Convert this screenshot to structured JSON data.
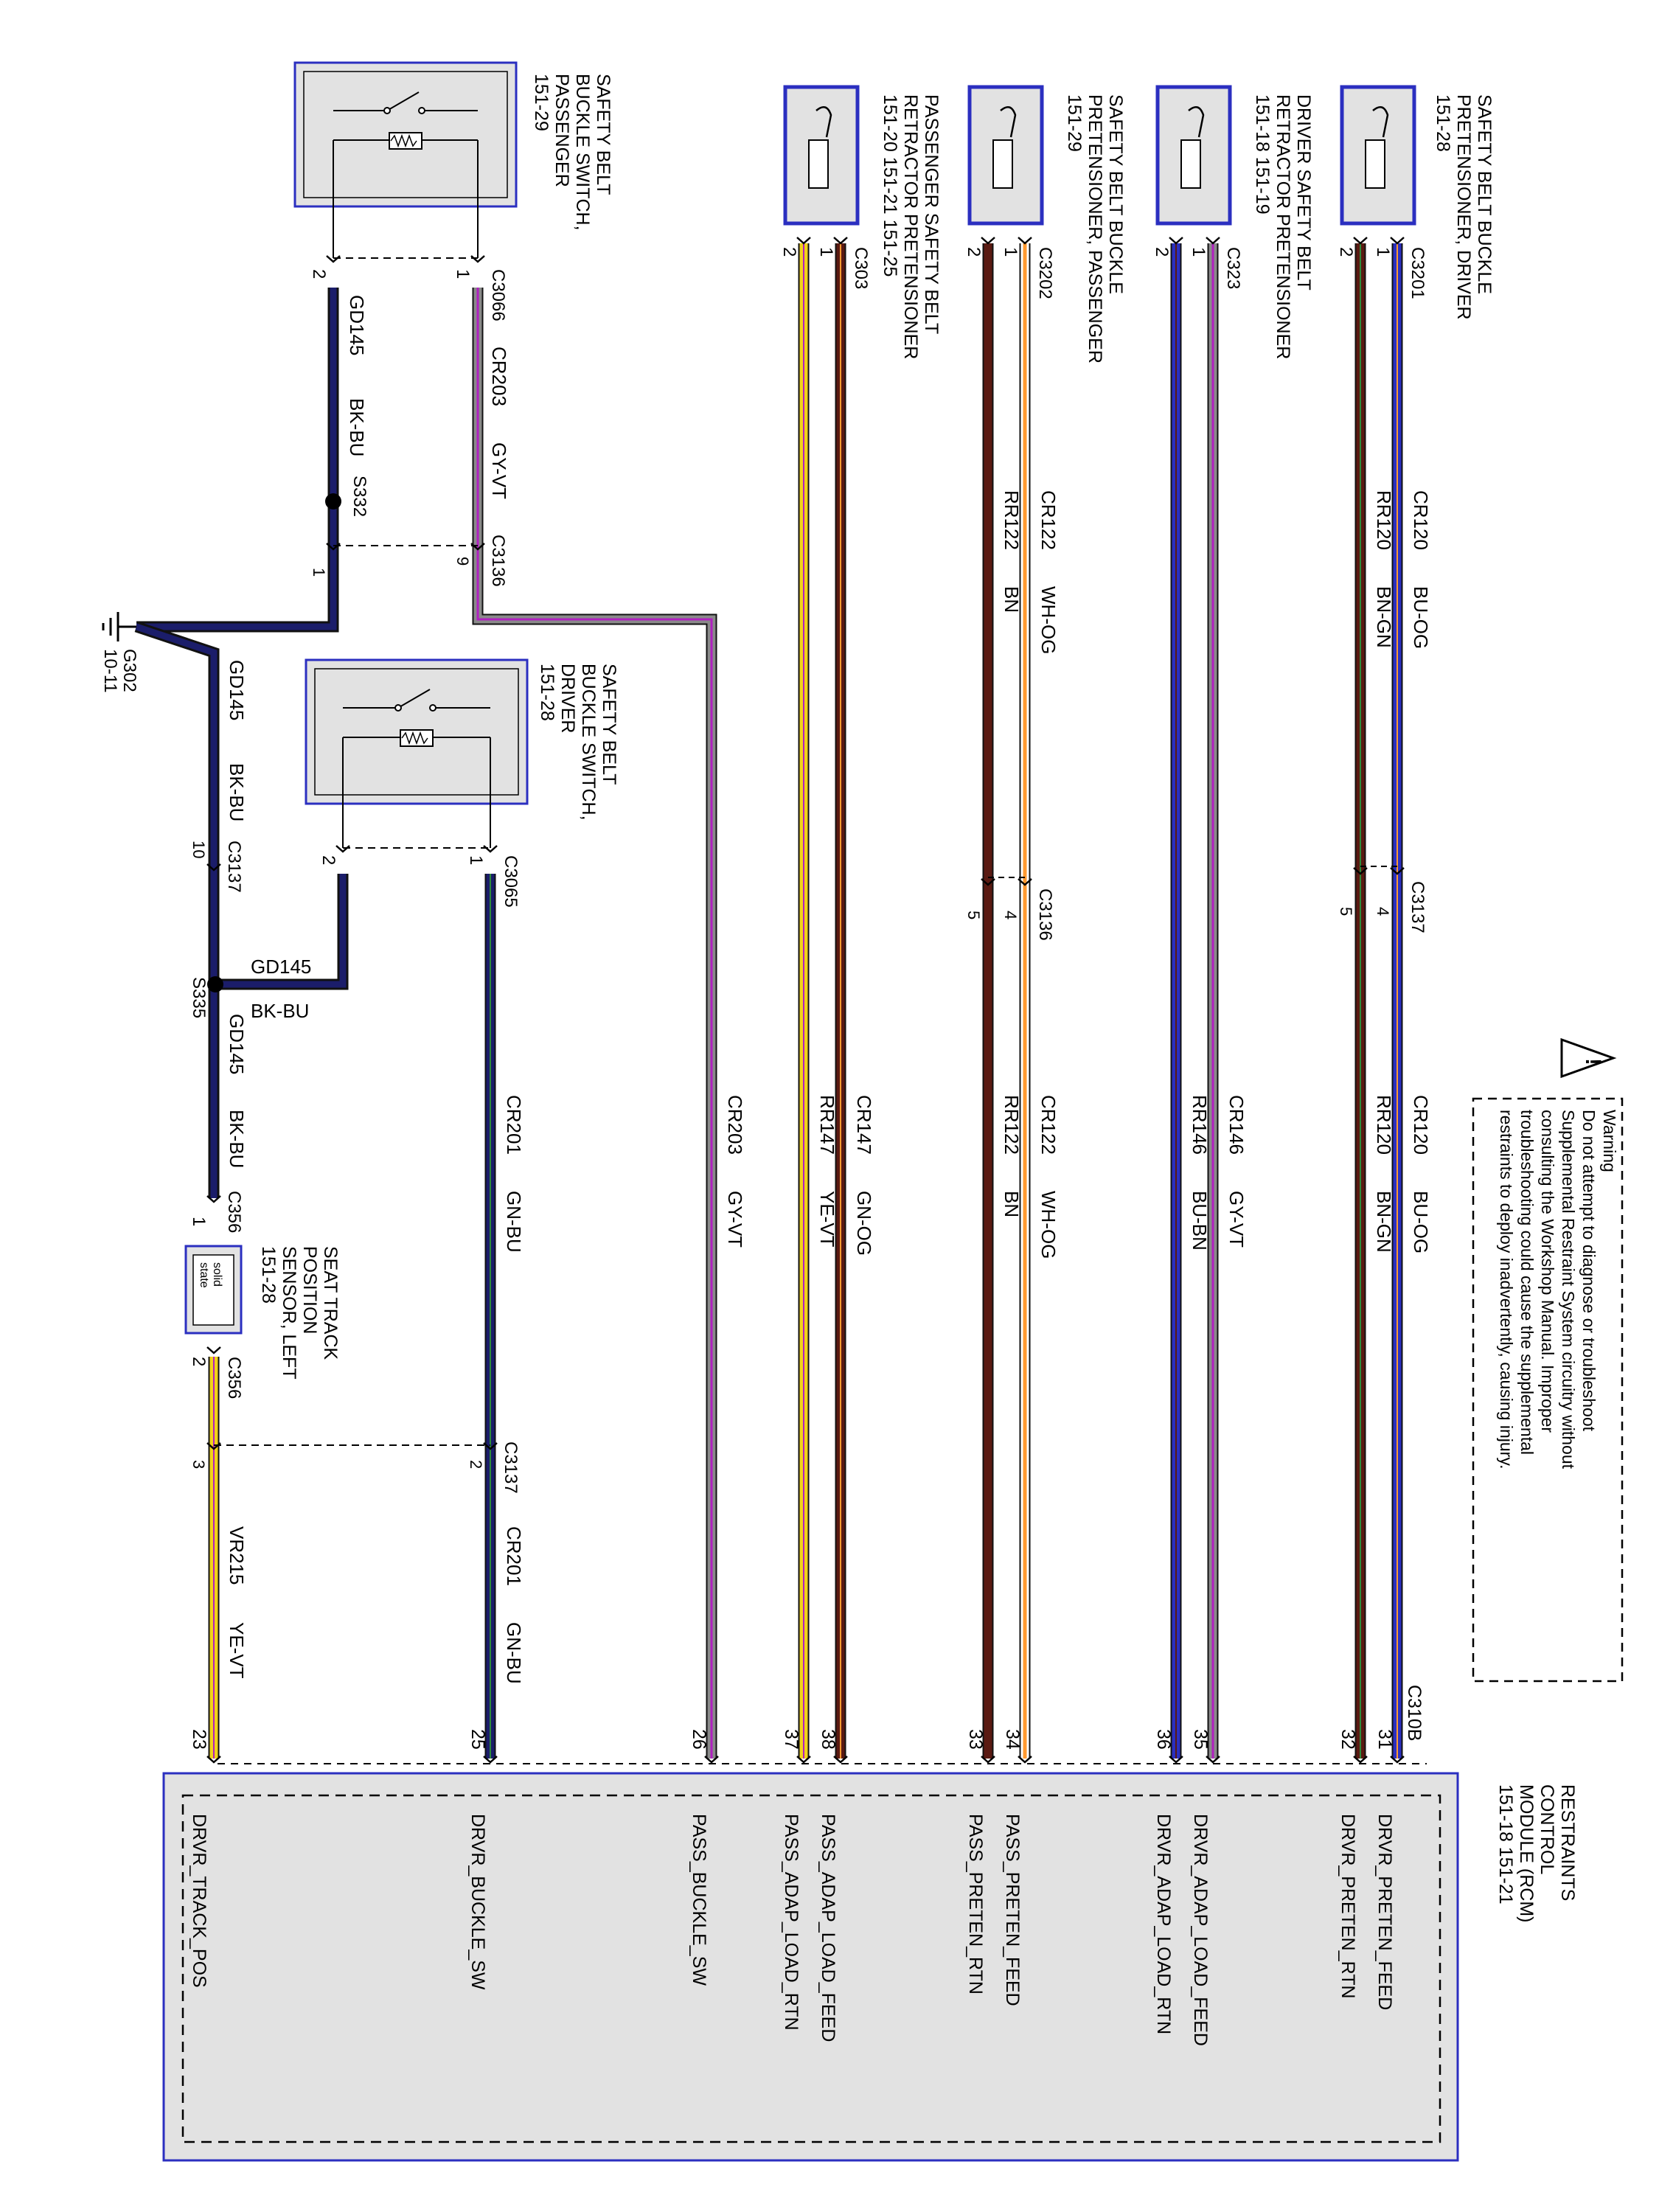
{
  "warning": {
    "lines": [
      "Warning",
      "Do not attempt to diagnose or troubleshoot",
      "Supplemental Restraint System circuitry without",
      "consulting the Workshop Manual. Improper",
      "troubleshooting could cause the supplemental",
      "restraints to deploy inadvertently, causing injury."
    ],
    "symbol": "!"
  },
  "rcm": {
    "title_lines": [
      "RESTRAINTS",
      "CONTROL",
      "MODULE (RCM)",
      "151-18 151-21"
    ],
    "connector": "C310B",
    "pins": [
      {
        "pin": "31",
        "signal": "DRVR_PRETEN_FEED"
      },
      {
        "pin": "32",
        "signal": "DRVR_PRETEN_RTN"
      },
      {
        "pin": "35",
        "signal": "DRVR_ADAP_LOAD_FEED"
      },
      {
        "pin": "36",
        "signal": "DRVR_ADAP_LOAD_RTN"
      },
      {
        "pin": "34",
        "signal": "PASS_PRETEN_FEED"
      },
      {
        "pin": "33",
        "signal": "PASS_PRETEN_RTN"
      },
      {
        "pin": "38",
        "signal": "PASS_ADAP_LOAD_FEED"
      },
      {
        "pin": "37",
        "signal": "PASS_ADAP_LOAD_RTN"
      },
      {
        "pin": "26",
        "signal": "PASS_BUCKLE_SW"
      },
      {
        "pin": "25",
        "signal": "DRVR_BUCKLE_SW"
      },
      {
        "pin": "23",
        "signal": "DRVR_TRACK_POS"
      }
    ]
  },
  "components": {
    "pret_driver": {
      "lines": [
        "SAFETY BELT BUCKLE",
        "PRETENSIONER, DRIVER",
        "151-28"
      ],
      "connector": "C3201",
      "pins": [
        "1",
        "2"
      ]
    },
    "retr_driver": {
      "lines": [
        "DRIVER SAFETY BELT",
        "RETRACTOR PRETENSIONER",
        "151-18 151-19"
      ],
      "connector": "C323",
      "pins": [
        "1",
        "2"
      ]
    },
    "pret_pass": {
      "lines": [
        "SAFETY BELT BUCKLE",
        "PRETENSIONER, PASSENGER",
        "151-29"
      ],
      "connector": "C3202",
      "pins": [
        "1",
        "2"
      ]
    },
    "retr_pass": {
      "lines": [
        "PASSENGER SAFETY BELT",
        "RETRACTOR PRETENSIONER",
        "151-20 151-21 151-25"
      ],
      "connector": "C303",
      "pins": [
        "1",
        "2"
      ]
    },
    "buckle_pass": {
      "lines": [
        "SAFETY BELT",
        "BUCKLE SWITCH,",
        "PASSENGER",
        "151-29"
      ],
      "connector": "C3066",
      "pins": [
        "1",
        "2"
      ]
    },
    "buckle_driver": {
      "lines": [
        "SAFETY BELT",
        "BUCKLE SWITCH,",
        "DRIVER",
        "151-28"
      ],
      "connector": "C3065",
      "pins": [
        "1",
        "2"
      ]
    },
    "seat_track": {
      "lines": [
        "SEAT TRACK",
        "POSITION",
        "SENSOR, LEFT",
        "151-28"
      ],
      "connector_in": "C356",
      "connector_out": "C356",
      "pins": [
        "1",
        "2"
      ],
      "solid_state": [
        "solid",
        "state"
      ]
    }
  },
  "wires": {
    "cr120": {
      "circuit": "CR120",
      "color": "BU-OG"
    },
    "rr120": {
      "circuit": "RR120",
      "color": "BN-GN"
    },
    "cr146": {
      "circuit": "CR146",
      "color": "GY-VT"
    },
    "rr146": {
      "circuit": "RR146",
      "color": "BU-BN"
    },
    "cr122": {
      "circuit": "CR122",
      "color": "WH-OG"
    },
    "rr122": {
      "circuit": "RR122",
      "color": "BN"
    },
    "cr147": {
      "circuit": "CR147",
      "color": "GN-OG"
    },
    "rr147": {
      "circuit": "RR147",
      "color": "YE-VT"
    },
    "cr203": {
      "circuit": "CR203",
      "color": "GY-VT"
    },
    "gd145": {
      "circuit": "GD145",
      "color": "BK-BU"
    },
    "cr201": {
      "circuit": "CR201",
      "color": "GN-BU"
    },
    "vr215": {
      "circuit": "VR215",
      "color": "YE-VT"
    }
  },
  "inline": {
    "c3137_drv": {
      "name": "C3137",
      "pin_a": "4",
      "pin_b": "5"
    },
    "c3136_pas": {
      "name": "C3136",
      "pin_a": "4",
      "pin_b": "5"
    },
    "c3136_buck": {
      "name": "C3136",
      "pin_a": "9",
      "pin_b": "1"
    },
    "c3137_gnd": {
      "name": "C3137",
      "pin": "10"
    },
    "c3137_cr201": {
      "name": "C3137",
      "pin_a": "2",
      "pin_b": "3"
    }
  },
  "splices": {
    "s332": "S332",
    "s335": "S335"
  },
  "ground": {
    "name": "G302",
    "ref": "10-11"
  },
  "colors": {
    "blue": "#2b2fc0",
    "brown": "#5a1a12",
    "gray": "#8a8a8a",
    "violet": "#b020c0",
    "white": "#ffffff",
    "orange": "#ff9a30",
    "green": "#2e8b3a",
    "yellow": "#f2d21a",
    "black": "#111111",
    "frame_blue": "#2b2fc0",
    "panel_gray": "#e2e2e2"
  }
}
